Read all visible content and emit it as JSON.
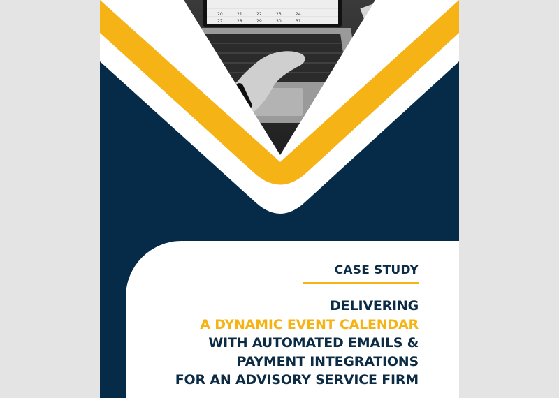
{
  "colors": {
    "background": "#e4e4e4",
    "navy": "#052b48",
    "accent_yellow": "#f6b316",
    "text_dark": "#0c2b45",
    "white": "#ffffff"
  },
  "photo": {
    "icon": "laptop-hand-photo",
    "calendar_numbers": [
      "27",
      "28",
      "29",
      "30",
      "31",
      "20",
      "21",
      "22",
      "23",
      "24"
    ]
  },
  "cover": {
    "eyebrow": "CASE STUDY",
    "headline": [
      {
        "text": "DELIVERING",
        "accent": false
      },
      {
        "text": "A DYNAMIC EVENT CALENDAR",
        "accent": true
      },
      {
        "text": "WITH AUTOMATED EMAILS &",
        "accent": false
      },
      {
        "text": "PAYMENT INTEGRATIONS",
        "accent": false
      },
      {
        "text": "FOR AN ADVISORY SERVICE FIRM",
        "accent": false
      }
    ]
  }
}
